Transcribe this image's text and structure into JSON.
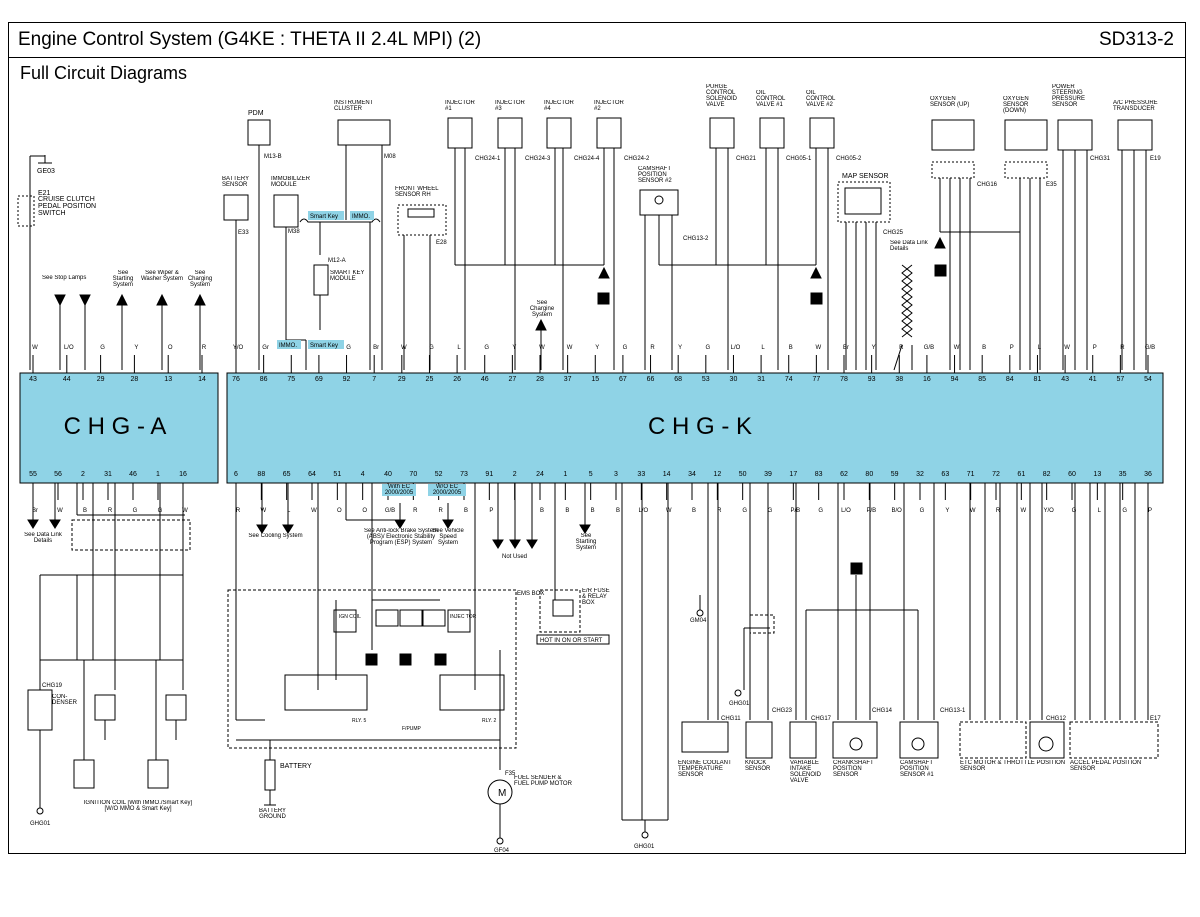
{
  "header": {
    "title": "Engine Control System (G4KE : THETA II 2.4L MPI) (2)",
    "code": "SD313-2",
    "subtitle": "Full Circuit Diagrams"
  },
  "colors": {
    "ecu_fill": "#8fd3e6",
    "highlight": "#8fd3e6",
    "line": "#000000"
  },
  "ecu": {
    "a_label": "C H G - A",
    "k_label": "C H G - K",
    "a_top_pins": [
      "43",
      "44",
      "29",
      "28",
      "13",
      "14"
    ],
    "a_top_wires": [
      "W",
      "L/O",
      "G",
      "Y",
      "O",
      "R"
    ],
    "a_bottom_pins": [
      "55",
      "56",
      "2",
      "31",
      "46",
      "1",
      "16"
    ],
    "a_bottom_wires": [
      "Br",
      "W",
      "B",
      "R",
      "G",
      "G",
      "W"
    ],
    "k_top_pins": [
      "76",
      "86",
      "75",
      "69",
      "92",
      "7",
      "29",
      "25",
      "26",
      "46",
      "27",
      "28",
      "37",
      "15",
      "67",
      "66",
      "68",
      "53",
      "30",
      "31",
      "74",
      "77",
      "78",
      "93",
      "38",
      "16",
      "94",
      "85",
      "84",
      "81",
      "43",
      "41",
      "57",
      "54"
    ],
    "k_top_wires": [
      "Y/O",
      "Gr",
      "W",
      "O",
      "G",
      "Br",
      "W",
      "G",
      "L",
      "G",
      "Y",
      "W",
      "W",
      "Y",
      "G",
      "R",
      "Y",
      "G",
      "L/O",
      "L",
      "B",
      "W",
      "Br",
      "Y",
      "R",
      "G/B",
      "W",
      "B",
      "P",
      "L",
      "W",
      "P",
      "R",
      "G/B"
    ],
    "k_bottom_pins": [
      "6",
      "88",
      "65",
      "64",
      "51",
      "4",
      "40",
      "70",
      "52",
      "73",
      "91",
      "2",
      "24",
      "1",
      "5",
      "3",
      "33",
      "14",
      "34",
      "12",
      "50",
      "39",
      "17",
      "83",
      "62",
      "80",
      "59",
      "32",
      "63",
      "71",
      "72",
      "61",
      "82",
      "60",
      "13",
      "35",
      "36"
    ],
    "k_bottom_wires": [
      "R",
      "W",
      "L",
      "W",
      "O",
      "O",
      "G/B",
      "R",
      "R",
      "B",
      "P",
      "",
      "B",
      "B",
      "B",
      "B",
      "L/O",
      "W",
      "B",
      "R",
      "G",
      "G",
      "P/B",
      "G",
      "L/O",
      "P/B",
      "B/O",
      "G",
      "Y",
      "W",
      "R",
      "W",
      "Y/O",
      "G",
      "L",
      "G",
      "P"
    ]
  },
  "components": {
    "pdm": "PDM",
    "pdm_conn": "M13-B",
    "instrument_cluster": "INSTRUMENT CLUSTER",
    "instrument_conn": "M08",
    "battery_sensor": "BATTERY SENSOR",
    "battery_sensor_conn": "E33",
    "immobilizer": "IMMOBILIZER MODULE",
    "immobilizer_conn": "M38",
    "smart_key": "SMART KEY MODULE",
    "smart_key_conn": "M12-A",
    "front_wheel": "FRONT WHEEL SENSOR RH",
    "front_wheel_conn": "E28",
    "cruise_switch": "CRUISE CLUTCH PEDAL POSITION SWITCH",
    "cruise_conn": "E21",
    "ge03": "GE03",
    "injector1": "INJECTOR #1",
    "injector3": "INJECTOR #3",
    "injector4": "INJECTOR #4",
    "injector2": "INJECTOR #2",
    "inj_conn1": "CHG24-1",
    "inj_conn3": "CHG24-3",
    "inj_conn4": "CHG24-4",
    "inj_conn2": "CHG24-2",
    "camshaft2": "CAMSHAFT POSITION SENSOR #2",
    "camshaft2_conn": "CHG13-2",
    "purge": "PURGE CONTROL SOLENOID VALVE",
    "purge_conn": "CHG21",
    "ocv1": "OIL CONTROL VALVE #1",
    "ocv1_conn": "CHG05-1",
    "ocv2": "OIL CONTROL VALVE #2",
    "ocv2_conn": "CHG05-2",
    "map": "MAP SENSOR",
    "map_conn": "CHG25",
    "o2_up": "OXYGEN SENSOR (UP)",
    "o2_up_conn": "CHG16",
    "o2_down": "OXYGEN SENSOR (DOWN)",
    "o2_down_conn": "E35",
    "ps_sensor": "POWER STEERING PRESSURE SENSOR",
    "ps_conn": "CHG31",
    "ac_sensor": "A/C PRESSURE TRANSDUCER",
    "ac_conn": "E19",
    "data_link": "See Data Link Details",
    "stop_lamps": "See Stop Lamps",
    "starting": "See Starting System",
    "wiper": "See Wiper & Washer System",
    "charging": "See Charging System",
    "chargine": "See Chargine System",
    "smart_key_tag": "Smart Key",
    "immo_tag": "IMMO.",
    "immo_tag2": "IMMO.",
    "smart_key_tag2": "Smart Key",
    "data_link_bottom": "See Data Link Details",
    "cooling": "See Cooling System",
    "abs": "See Anti-lock Brake System (ABS)/ Electronic Stability Program (ESP) System",
    "with_ec": "With EC 2000/2005",
    "wo_ec": "W/O EC 2000/2005",
    "vehicle_speed": "See Vehicle Speed System",
    "not_used": "Not Used",
    "starting_bottom": "See Starting System",
    "ems_box": "EMS BOX",
    "er_box": "E/R FUSE & RELAY BOX",
    "hot_in": "HOT IN ON OR START",
    "ign_coil_fuse": "IGN COIL",
    "injector_fuse": "INJEC TOR",
    "f_pump": "F/PUMP",
    "rly5": "RLY. 5",
    "rly2": "RLY. 2",
    "battery": "BATTERY",
    "battery_ground": "BATTERY GROUND",
    "fuel_sender": "FUEL SENDER & FUEL PUMP MOTOR",
    "fuel_conn": "F35",
    "gf04": "GF04",
    "ghg01_a": "GHG01",
    "ghg01_b": "GHG01",
    "ghg01_c": "GHG01",
    "gm04": "GM04",
    "condenser": "CON- DENSER",
    "condenser_conn": "CHG19",
    "ignition_coil": "IGNITION COIL [With IMMO./Smart Key] [W/O MMO & Smart Key]",
    "ecoolant": "ENGINE COOLANT TEMPERATURE SENSOR",
    "ecoolant_conn": "CHG11",
    "knock": "KNOCK SENSOR",
    "knock_conn": "CHG23",
    "vis": "VARIABLE INTAKE SOLENOID VALVE",
    "vis_conn": "CHG17",
    "crank": "CRANKSHAFT POSITION SENSOR",
    "crank_conn": "CHG14",
    "cam1": "CAMSHAFT POSITION SENSOR #1",
    "cam1_conn": "CHG13-1",
    "etc": "ETC MOTOR & THROTTLE POSITION SENSOR",
    "etc_conn": "CHG12",
    "accel": "ACCEL PEDAL POSITION SENSOR",
    "accel_conn": "E17"
  }
}
